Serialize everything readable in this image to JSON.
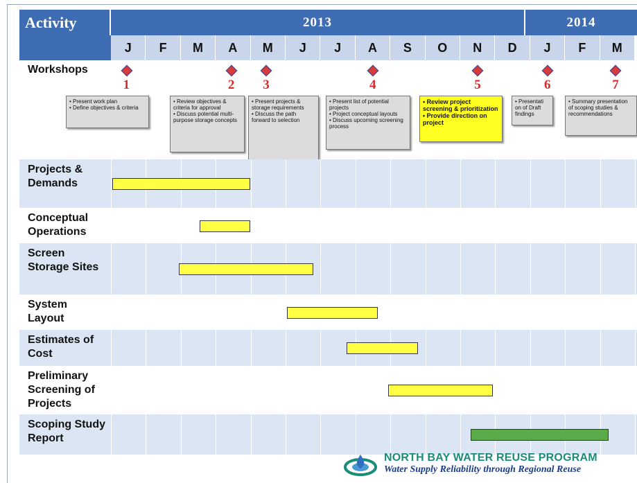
{
  "header": {
    "activity": "Activity",
    "years": [
      {
        "label": "2013"
      },
      {
        "label": "2014"
      }
    ],
    "months": [
      "J",
      "F",
      "M",
      "A",
      "M",
      "J",
      "J",
      "A",
      "S",
      "O",
      "N",
      "D",
      "J",
      "F",
      "M"
    ]
  },
  "workshops": {
    "label": "Workshops",
    "items": [
      {
        "number": "1",
        "notes": [
          "• Present work plan",
          "• Define objectives & criteria"
        ]
      },
      {
        "number": "2",
        "notes": [
          "• Review objectives & criteria for approval",
          "• Discuss potential multi-purpose storage concepts"
        ]
      },
      {
        "number": "3",
        "notes": [
          "• Present projects & storage requirements",
          "• Discuss the path forward to selection"
        ]
      },
      {
        "number": "4",
        "notes": [
          "• Present list of potential projects",
          "• Project conceptual layouts",
          "• Discuss upcoming screening process"
        ]
      },
      {
        "number": "5",
        "notes": [
          "• Review project screening & prioritization",
          "• Provide direction on project"
        ],
        "highlight": true
      },
      {
        "number": "6",
        "notes": [
          "• Presentati on of Draft findings"
        ]
      },
      {
        "number": "7",
        "notes": [
          "• Summary presentation of scoping studies & recommendations"
        ]
      }
    ]
  },
  "activities": [
    {
      "label": "Projects & Demands",
      "start_month": 0.0,
      "end_month": 3.95,
      "color": "#ffff44"
    },
    {
      "label": "Conceptual Operations",
      "start_month": 2.5,
      "end_month": 3.95,
      "color": "#ffff44"
    },
    {
      "label": "Screen Storage Sites",
      "start_month": 1.9,
      "end_month": 5.75,
      "color": "#ffff44"
    },
    {
      "label": "System Layout",
      "start_month": 5.0,
      "end_month": 7.6,
      "color": "#ffff44"
    },
    {
      "label": "Estimates of Cost",
      "start_month": 6.7,
      "end_month": 8.75,
      "color": "#ffff44"
    },
    {
      "label": "Preliminary Screening of Projects",
      "start_month": 7.9,
      "end_month": 10.9,
      "color": "#ffff44"
    },
    {
      "label": "Scoping Study Report",
      "start_month": 10.25,
      "end_month": 14.2,
      "color": "#5aaa4a"
    }
  ],
  "logo": {
    "title": "NORTH BAY WATER REUSE PROGRAM",
    "subtitle": "Water Supply Reliability through Regional Reuse"
  },
  "colors": {
    "header_blue": "#3f6db4",
    "row_light": "#dbe5f3",
    "month_row": "#c8d5ea",
    "bar_yellow": "#ffff44",
    "bar_green": "#5aaa4a",
    "milestone_red": "#d63b3b"
  }
}
